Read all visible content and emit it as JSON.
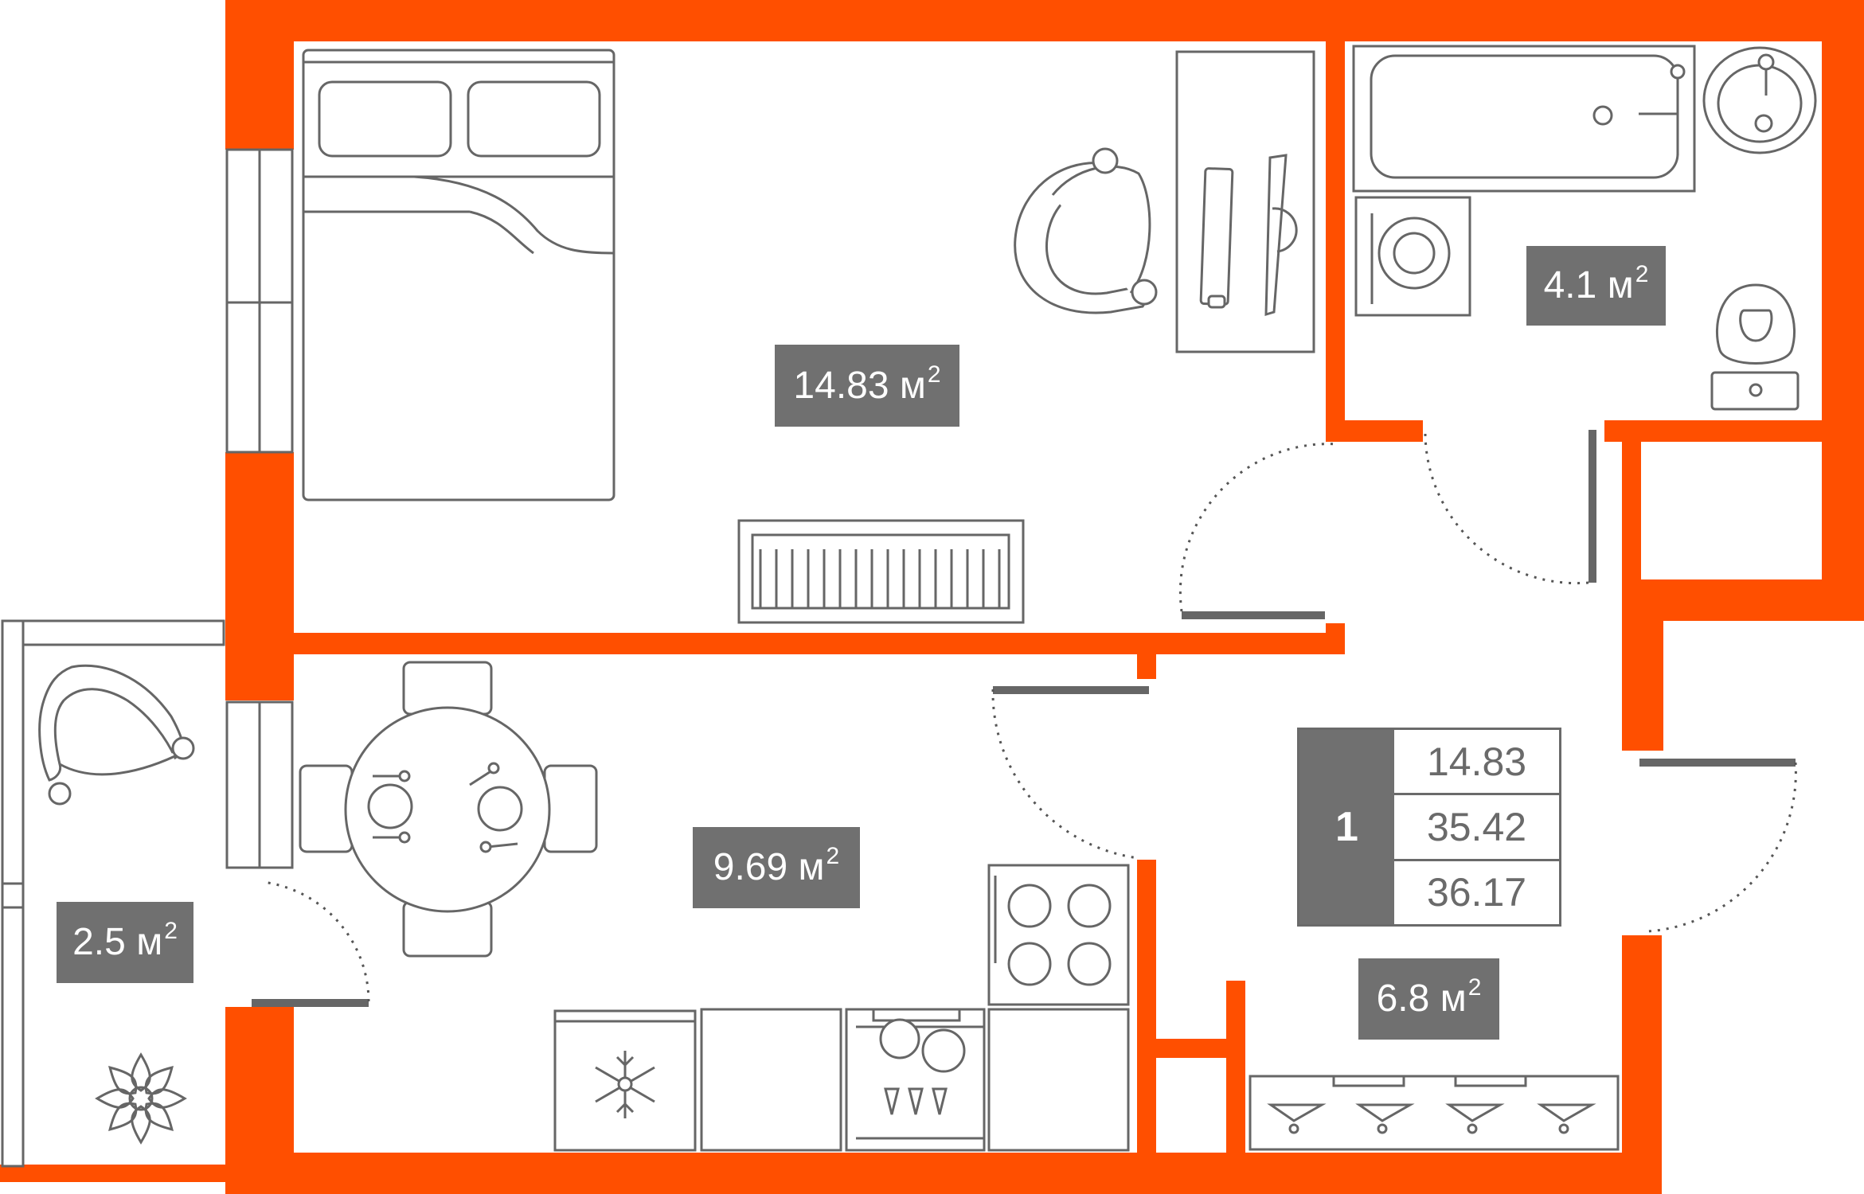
{
  "rooms": {
    "bedroom": {
      "area": "14.83",
      "unit": "м",
      "sup": "2"
    },
    "bathroom": {
      "area": "4.1",
      "unit": "м",
      "sup": "2"
    },
    "kitchen": {
      "area": "9.69",
      "unit": "м",
      "sup": "2"
    },
    "balcony": {
      "area": "2.5",
      "unit": "м",
      "sup": "2"
    },
    "hallway": {
      "area": "6.8",
      "unit": "м",
      "sup": "2"
    }
  },
  "summary": {
    "rooms_count": "1",
    "living_area": "14.83",
    "total_area": "35.42",
    "total_area_with_balcony": "36.17"
  },
  "colors": {
    "wall": "#ff4f00",
    "label_bg": "#707070",
    "furniture_stroke": "#666666"
  },
  "icons": [
    "bed-icon",
    "desk-icon",
    "chair-icon",
    "monitor-icon",
    "bathtub-icon",
    "sink-icon",
    "washing-machine-icon",
    "toilet-icon",
    "radiator-icon",
    "dining-table-icon",
    "stove-icon",
    "fridge-icon",
    "dishwasher-icon",
    "plant-icon",
    "coat-rack-icon"
  ]
}
